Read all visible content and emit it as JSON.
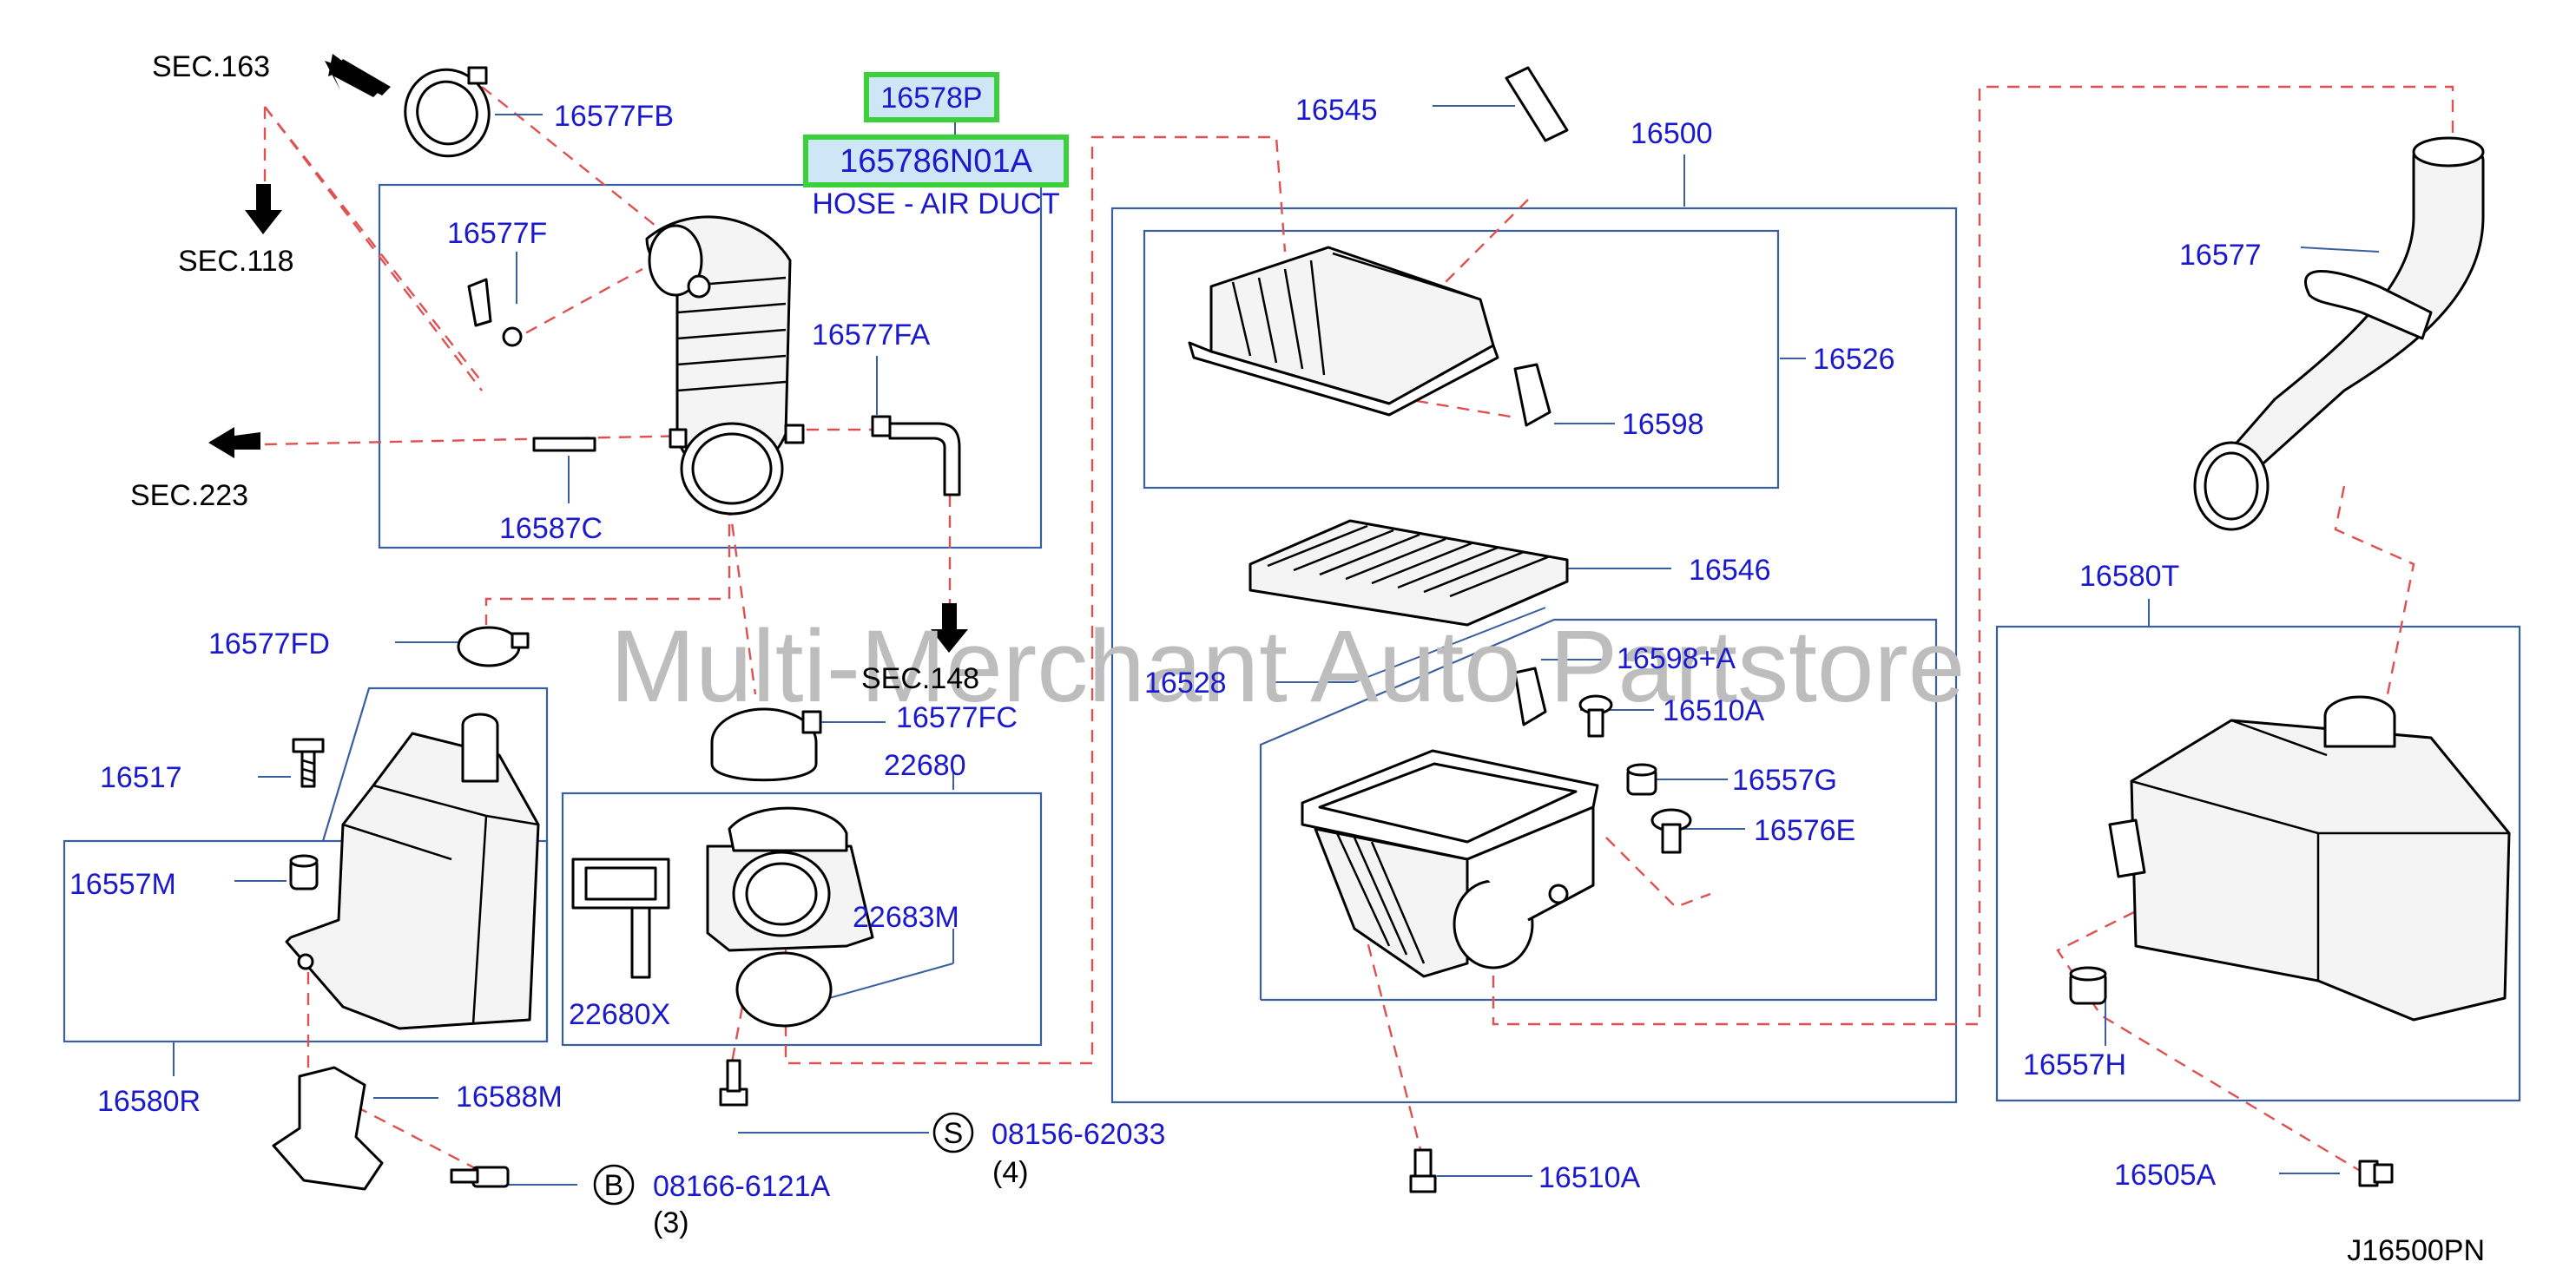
{
  "watermark": "Multi-Merchant Auto Partstore",
  "diagram_code": "J16500PN",
  "sections": {
    "sec163": "SEC.163",
    "sec118": "SEC.118",
    "sec223": "SEC.223",
    "sec148": "SEC.148"
  },
  "highlight": {
    "part": "16578P",
    "oem": "165786N01A",
    "description": "HOSE - AIR DUCT"
  },
  "parts": {
    "p16577FB": "16577FB",
    "p16577F": "16577F",
    "p16577FA": "16577FA",
    "p16587C": "16587C",
    "p16577FD": "16577FD",
    "p16577FC": "16577FC",
    "p16517": "16517",
    "p16557M": "16557M",
    "p16580R": "16580R",
    "p16588M": "16588M",
    "p22680": "22680",
    "p22683M": "22683M",
    "p22680X": "22680X",
    "p16545": "16545",
    "p16500": "16500",
    "p16526": "16526",
    "p16598": "16598",
    "p16546": "16546",
    "p16528": "16528",
    "p16598A": "16598+A",
    "p16510A_top": "16510A",
    "p16557G": "16557G",
    "p16576E": "16576E",
    "p16510A_bottom": "16510A",
    "p16577": "16577",
    "p16580T": "16580T",
    "p16557H": "16557H",
    "p16505A": "16505A"
  },
  "bolts": {
    "s_symbol": "S",
    "s_part": "08156-62033",
    "s_qty": "(4)",
    "b_symbol": "B",
    "b_part": "08166-6121A",
    "b_qty": "(3)"
  }
}
